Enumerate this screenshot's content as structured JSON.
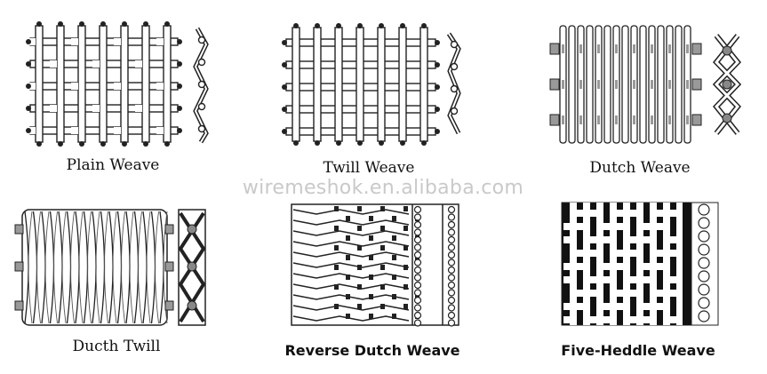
{
  "weaves": [
    {
      "name": "Plain Weave",
      "style": "serif"
    },
    {
      "name": "Twill Weave",
      "style": "serif"
    },
    {
      "name": "Dutch Weave",
      "style": "serif"
    },
    {
      "name": "Ducth Twill",
      "style": "serif"
    },
    {
      "name": "Reverse Dutch Weave",
      "style": "sans"
    },
    {
      "name": "Five-Heddle Weave",
      "style": "sans"
    }
  ],
  "watermark": "wiremeshok.en.alibaba.com"
}
